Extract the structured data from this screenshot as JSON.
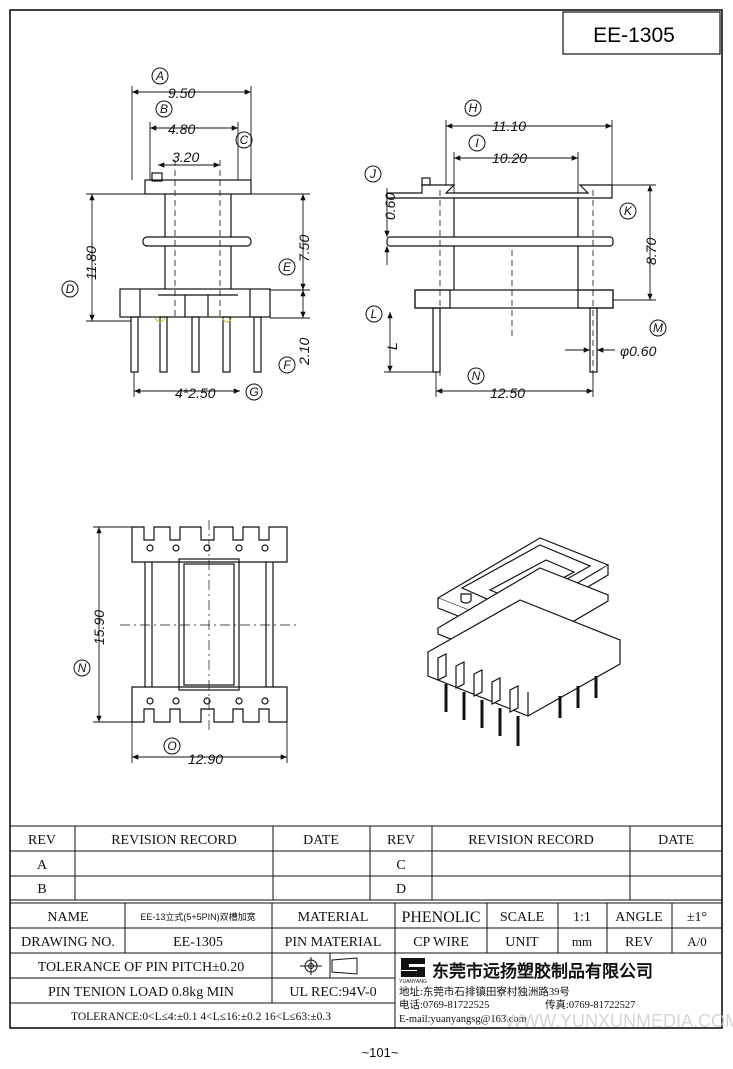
{
  "header": {
    "part_number": "EE-1305"
  },
  "dims": {
    "A": "9.50",
    "B": "4.80",
    "C_inner": "3.20",
    "D": "11.80",
    "E": "7.50",
    "F": "2.10",
    "G": "4*2.50",
    "H": "11.10",
    "I": "10.20",
    "J": "0.60",
    "K": "8.70",
    "L": "L",
    "M": "φ0.60",
    "N_side": "12.50",
    "N_bottom": "15.90",
    "O": "12.90"
  },
  "circle_labels": [
    "A",
    "B",
    "C",
    "D",
    "E",
    "F",
    "G",
    "H",
    "I",
    "J",
    "K",
    "L",
    "M",
    "N",
    "N",
    "O"
  ],
  "revision_table": {
    "headers": [
      "REV",
      "REVISION RECORD",
      "DATE",
      "REV",
      "REVISION RECORD",
      "DATE"
    ],
    "rows": [
      [
        "A",
        "",
        "",
        "C",
        "",
        ""
      ],
      [
        "B",
        "",
        "",
        "D",
        "",
        ""
      ]
    ]
  },
  "title_block": {
    "name_label": "NAME",
    "name_value": "EE-13立式(5+5PIN)双槽加宽",
    "material_label": "MATERIAL",
    "material_value": "PHENOLIC",
    "scale_label": "SCALE",
    "scale_value": "1:1",
    "angle_label": "ANGLE",
    "angle_value": "±1°",
    "drawing_no_label": "DRAWING NO.",
    "drawing_no_value": "EE-1305",
    "pin_material_label": "PIN MATERIAL",
    "pin_material_value": "CP WIRE",
    "unit_label": "UNIT",
    "unit_value": "mm",
    "rev_label": "REV",
    "rev_value": "A/0",
    "tolerance_pitch": "TOLERANCE OF PIN PITCH±0.20",
    "pin_tension": "PIN TENION LOAD 0.8kg MIN",
    "ul_rec": "UL REC:94V-0",
    "tolerance_line": "TOLERANCE:0<L≤4:±0.1  4<L≤16:±0.2  16<L≤63:±0.3",
    "company_name": "东莞市远扬塑胶制品有限公司",
    "logo_text": "YUANYANG",
    "address": "地址:东莞市石排镇田寮村独洲路39号",
    "tel": "电话:0769-81722525",
    "fax": "传真:0769-81722527",
    "email": "E-mail:yuanyangsg@163.com",
    "watermark": "WWW.YUNXUNMEDIA.COM"
  },
  "footer": {
    "page_number": "~101~"
  }
}
